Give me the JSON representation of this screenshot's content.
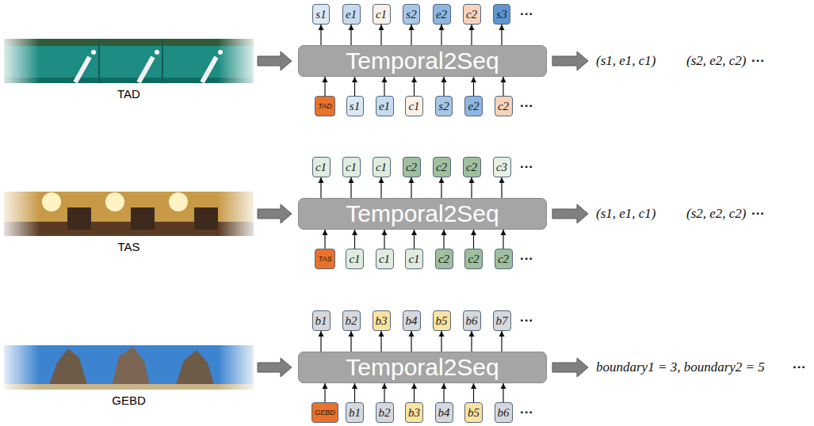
{
  "diagram": {
    "nodes": [
      {
        "text": [
          "TAD"
        ]
      },
      {
        "text": [
          "s1"
        ]
      },
      {
        "text": [
          "e1"
        ]
      },
      {
        "text": [
          "c1"
        ]
      },
      {
        "text": [
          "s2"
        ]
      },
      {
        "text": [
          "e2"
        ]
      },
      {
        "text": [
          "c2"
        ]
      },
      {
        "text": [
          "s3"
        ]
      },
      {
        "text": [
          "Temporal2Seq"
        ]
      },
      {
        "text": [
          "TAD"
        ]
      },
      {
        "text": [
          "s1"
        ]
      },
      {
        "text": [
          "e1"
        ]
      },
      {
        "text": [
          "c1"
        ]
      },
      {
        "text": [
          "s2"
        ]
      },
      {
        "text": [
          "e2"
        ]
      },
      {
        "text": [
          "c2"
        ]
      },
      {
        "text": [
          "TAS"
        ]
      },
      {
        "text": [
          "c1"
        ]
      },
      {
        "text": [
          "c1"
        ]
      },
      {
        "text": [
          "c1"
        ]
      },
      {
        "text": [
          "c2"
        ]
      },
      {
        "text": [
          "c2"
        ]
      },
      {
        "text": [
          "c2"
        ]
      },
      {
        "text": [
          "c3"
        ]
      },
      {
        "text": [
          "Temporal2Seq"
        ]
      },
      {
        "text": [
          "TAS"
        ]
      },
      {
        "text": [
          "c1"
        ]
      },
      {
        "text": [
          "c1"
        ]
      },
      {
        "text": [
          "c1"
        ]
      },
      {
        "text": [
          "c2"
        ]
      },
      {
        "text": [
          "c2"
        ]
      },
      {
        "text": [
          "c2"
        ]
      },
      {
        "text": [
          "GEBD"
        ]
      },
      {
        "text": [
          "b1"
        ]
      },
      {
        "text": [
          "b2"
        ]
      },
      {
        "text": [
          "b3"
        ]
      },
      {
        "text": [
          "b4"
        ]
      },
      {
        "text": [
          "b5"
        ]
      },
      {
        "text": [
          "b6"
        ]
      },
      {
        "text": [
          "b7"
        ]
      },
      {
        "text": [
          "Temporal2Seq"
        ]
      },
      {
        "text": [
          "GEBD"
        ]
      },
      {
        "text": [
          "b1"
        ]
      },
      {
        "text": [
          "b2"
        ]
      },
      {
        "text": [
          "b3"
        ]
      },
      {
        "text": [
          "b4"
        ]
      },
      {
        "text": [
          "b5"
        ]
      },
      {
        "text": [
          "b6"
        ]
      }
    ],
    "edges": [
      {
        "from": 0,
        "to": 8,
        "arrow": "to"
      },
      {
        "from": 9,
        "to": 8,
        "arrow": "to"
      },
      {
        "from": 10,
        "to": 8,
        "arrow": "to"
      },
      {
        "from": 11,
        "to": 8,
        "arrow": "to"
      },
      {
        "from": 12,
        "to": 8,
        "arrow": "to"
      },
      {
        "from": 13,
        "to": 8,
        "arrow": "to"
      },
      {
        "from": 14,
        "to": 8,
        "arrow": "to"
      },
      {
        "from": 15,
        "to": 8,
        "arrow": "to"
      },
      {
        "from": 8,
        "to": 1,
        "arrow": "to"
      },
      {
        "from": 8,
        "to": 2,
        "arrow": "to"
      },
      {
        "from": 8,
        "to": 3,
        "arrow": "to"
      },
      {
        "from": 8,
        "to": 4,
        "arrow": "to"
      },
      {
        "from": 8,
        "to": 5,
        "arrow": "to"
      },
      {
        "from": 8,
        "to": 6,
        "arrow": "to"
      },
      {
        "from": 8,
        "to": 7,
        "arrow": "to"
      },
      {
        "from": 16,
        "to": 24,
        "arrow": "to"
      },
      {
        "from": 25,
        "to": 24,
        "arrow": "to"
      },
      {
        "from": 26,
        "to": 24,
        "arrow": "to"
      },
      {
        "from": 27,
        "to": 24,
        "arrow": "to"
      },
      {
        "from": 28,
        "to": 24,
        "arrow": "to"
      },
      {
        "from": 29,
        "to": 24,
        "arrow": "to"
      },
      {
        "from": 30,
        "to": 24,
        "arrow": "to"
      },
      {
        "from": 31,
        "to": 24,
        "arrow": "to"
      },
      {
        "from": 24,
        "to": 17,
        "arrow": "to"
      },
      {
        "from": 24,
        "to": 18,
        "arrow": "to"
      },
      {
        "from": 24,
        "to": 19,
        "arrow": "to"
      },
      {
        "from": 24,
        "to": 20,
        "arrow": "to"
      },
      {
        "from": 24,
        "to": 21,
        "arrow": "to"
      },
      {
        "from": 24,
        "to": 22,
        "arrow": "to"
      },
      {
        "from": 24,
        "to": 23,
        "arrow": "to"
      },
      {
        "from": 32,
        "to": 40,
        "arrow": "to"
      },
      {
        "from": 41,
        "to": 40,
        "arrow": "to"
      },
      {
        "from": 42,
        "to": 40,
        "arrow": "to"
      },
      {
        "from": 43,
        "to": 40,
        "arrow": "to"
      },
      {
        "from": 44,
        "to": 40,
        "arrow": "to"
      },
      {
        "from": 45,
        "to": 40,
        "arrow": "to"
      },
      {
        "from": 46,
        "to": 40,
        "arrow": "to"
      },
      {
        "from": 47,
        "to": 40,
        "arrow": "to"
      },
      {
        "from": 40,
        "to": 33,
        "arrow": "to"
      },
      {
        "from": 40,
        "to": 34,
        "arrow": "to"
      },
      {
        "from": 40,
        "to": 35,
        "arrow": "to"
      },
      {
        "from": 40,
        "to": 36,
        "arrow": "to"
      },
      {
        "from": 40,
        "to": 37,
        "arrow": "to"
      },
      {
        "from": 40,
        "to": 38,
        "arrow": "to"
      },
      {
        "from": 40,
        "to": 39,
        "arrow": "to"
      }
    ],
    "labels": [
      "···",
      "···",
      "(s1, e1, c1)",
      "(s2, e2, c2)",
      "···",
      "···",
      "···",
      "(s1, e1, c1)",
      "(s2, e2, c2)",
      "···",
      "···",
      "···",
      "boundary1 = 3, boundary2 = 5",
      "···"
    ]
  }
}
